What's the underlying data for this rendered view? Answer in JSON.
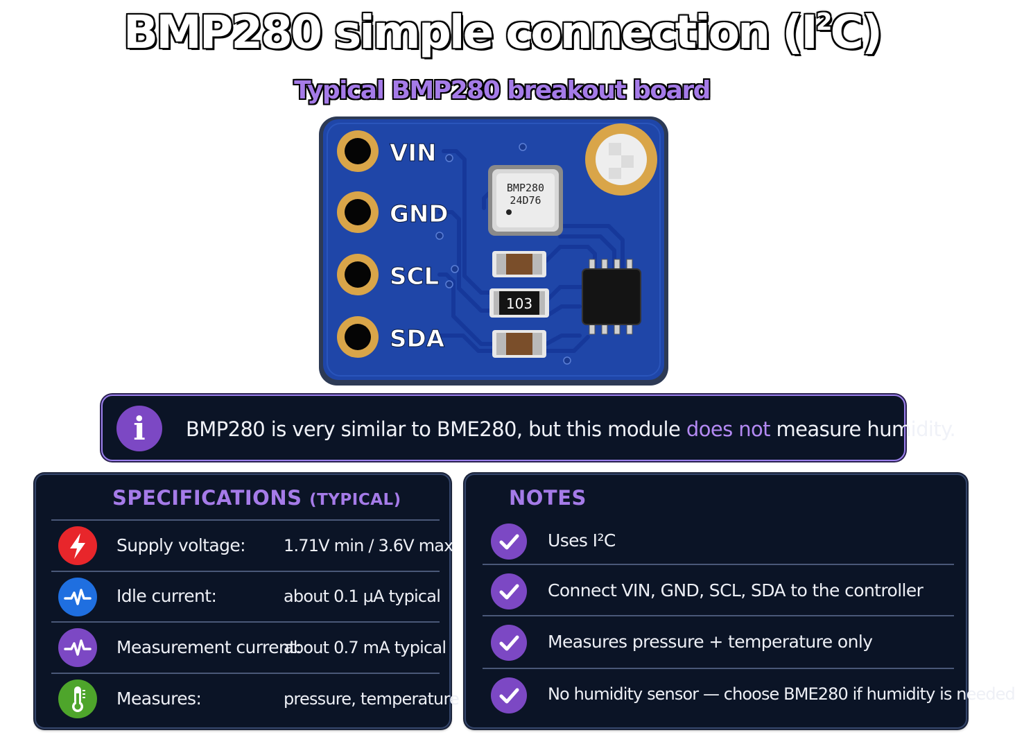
{
  "title": {
    "main": "BMP280 simple connection (I",
    "sup": "2",
    "tail": "C)"
  },
  "subtitle": "Typical BMP280 breakout board",
  "board": {
    "pins": [
      "VIN",
      "GND",
      "SCL",
      "SDA"
    ],
    "chip_line1": "BMP280",
    "chip_line2": "24D76",
    "resistor_label": "103",
    "colors": {
      "pcb": "#1f46a8",
      "pcb_edge": "#2d3a55",
      "pad": "#d9a549",
      "trace": "#16389a"
    }
  },
  "info": {
    "icon": "info-icon",
    "text_before": "BMP280 is very similar to BME280, but this module ",
    "highlight": "does not",
    "text_after": " measure humidity."
  },
  "specs": {
    "heading": "SPECIFICATIONS ",
    "heading_small": "(TYPICAL)",
    "rows": [
      {
        "icon": "lightning-icon",
        "color": "#e8262b",
        "label": "Supply voltage:",
        "value": "1.71V min / 3.6V max"
      },
      {
        "icon": "pulse-icon",
        "color": "#1f6fe0",
        "label": "Idle current:",
        "value": "about 0.1 µA typical"
      },
      {
        "icon": "pulse-icon",
        "color": "#7c48c4",
        "label": "Measurement current:",
        "value": "about 0.7 mA typical"
      },
      {
        "icon": "thermometer-icon",
        "color": "#4ea52b",
        "label": "Measures:",
        "value": "pressure, temperature"
      }
    ]
  },
  "notes": {
    "heading": "NOTES",
    "items": [
      "Uses I²C",
      "Connect VIN, GND, SCL, SDA to the controller",
      "Measures pressure + temperature only",
      "No humidity sensor — choose BME280 if humidity is needed"
    ]
  },
  "colors": {
    "accent": "#a57be8",
    "panel_bg": "#0b1426",
    "check": "#7c48c4"
  }
}
